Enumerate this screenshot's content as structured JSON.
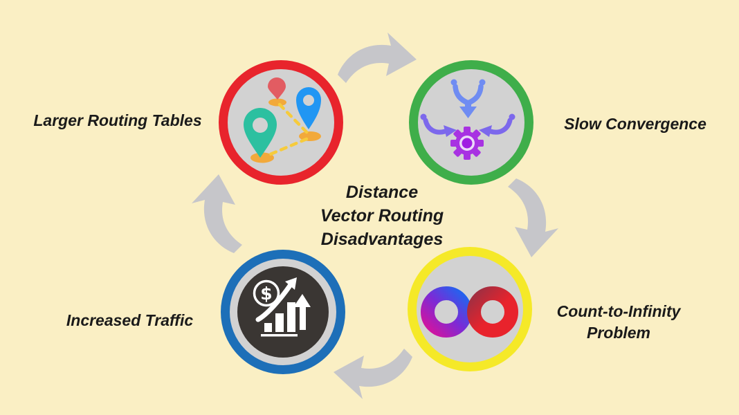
{
  "title": {
    "lines": [
      "Distance",
      "Vector Routing",
      "Disadvantages"
    ]
  },
  "labels": {
    "top_left": "Larger Routing Tables",
    "top_right": "Slow Convergence",
    "bottom_right": "Count-to-Infinity Problem",
    "bottom_left": "Increased Traffic"
  },
  "colors": {
    "background": "#FAEFC4",
    "text": "#1A1A1A",
    "cycle_arrow": "#C6C6CA",
    "node_fill": "#D2D2D2",
    "ring_red": "#E8242C",
    "ring_green": "#3FAE4A",
    "ring_yellow": "#F5E928",
    "ring_blue": "#1D6FB8"
  },
  "icons": {
    "map_pins": {
      "pin_red": "#E25C62",
      "pin_blue": "#2196F3",
      "pin_teal": "#2CC0A0",
      "pin_hole": "#D2D2D2",
      "base_orange": "#F2A93B",
      "dash_yellow": "#F6CB3C"
    },
    "converging_arrows_gear": {
      "arrow_blue": "#6F8CF2",
      "arrow_violet": "#7C68EC",
      "gear_purple": "#A832E2",
      "gear_ring": "#EBD9F8",
      "gear_center": "#A01EE2"
    },
    "infinity": {
      "magenta": "#D4149E",
      "purple": "#7B2BD6",
      "blue": "#1E66F0",
      "dark_red": "#9E2F42",
      "red": "#E8232C"
    },
    "money_growth": {
      "background": "#3A3633",
      "foreground": "#FFFFFF",
      "dollar_sign": "$"
    }
  }
}
